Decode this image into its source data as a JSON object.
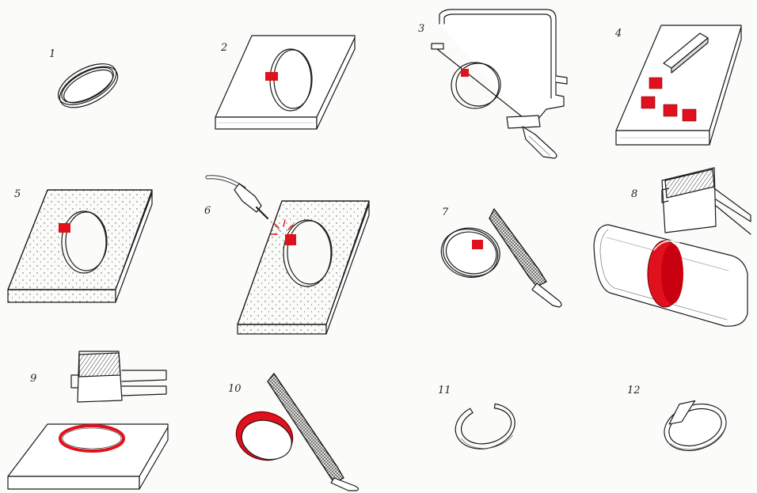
{
  "colors": {
    "accent": "#e0101c",
    "ink": "#1a1a1a",
    "paper": "#fbfbf9"
  },
  "heading": "",
  "steps": [
    {
      "num": "1",
      "icon": "ring-icon"
    },
    {
      "num": "2",
      "icon": "ring-on-plate-icon"
    },
    {
      "num": "3",
      "icon": "jewelers-saw-icon"
    },
    {
      "num": "4",
      "icon": "solder-pieces-icon"
    },
    {
      "num": "5",
      "icon": "ring-on-asbestos-plate-icon"
    },
    {
      "num": "6",
      "icon": "soldering-torch-icon"
    },
    {
      "num": "7",
      "icon": "file-and-ring-icon"
    },
    {
      "num": "8",
      "icon": "mandrel-hammer-icon"
    },
    {
      "num": "9",
      "icon": "hammer-flatten-icon"
    },
    {
      "num": "10",
      "icon": "file-finish-icon"
    },
    {
      "num": "11",
      "icon": "open-ring-icon"
    },
    {
      "num": "12",
      "icon": "overlap-ring-icon"
    }
  ]
}
